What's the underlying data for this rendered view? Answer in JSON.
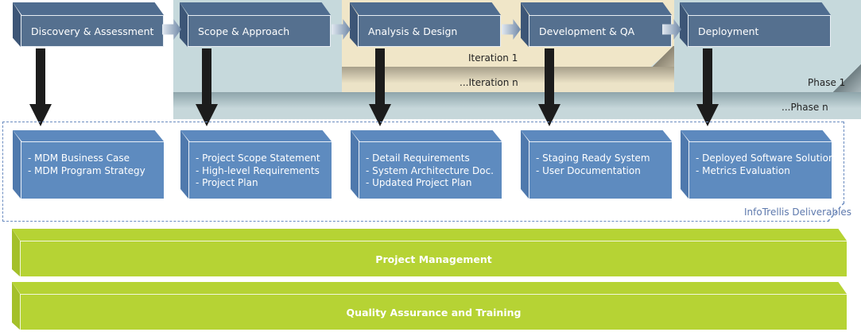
{
  "background": {
    "phase_1_label": "Phase 1",
    "phase_n_label": "...Phase n",
    "iteration_1_label": "Iteration 1",
    "iteration_n_label": "...Iteration n"
  },
  "phases": [
    {
      "label": "Discovery & Assessment"
    },
    {
      "label": "Scope & Approach"
    },
    {
      "label": "Analysis & Design"
    },
    {
      "label": "Development & QA"
    },
    {
      "label": "Deployment"
    }
  ],
  "deliverables": {
    "frame_label": "InfoTrellis Deliverables",
    "groups": [
      {
        "items": [
          "- MDM Business Case",
          "- MDM Program Strategy"
        ]
      },
      {
        "items": [
          "- Project Scope Statement",
          "- High-level Requirements",
          "- Project Plan"
        ]
      },
      {
        "items": [
          "- Detail Requirements",
          "- System Architecture Doc.",
          "- Updated Project Plan"
        ]
      },
      {
        "items": [
          "- Staging Ready System",
          "- User Documentation"
        ]
      },
      {
        "items": [
          "- Deployed Software Solution",
          "- Metrics Evaluation"
        ]
      }
    ]
  },
  "bars": [
    {
      "label": "Project Management"
    },
    {
      "label": "Quality Assurance and Training"
    }
  ],
  "colors": {
    "phase_box": "#55708f",
    "deliverable_box": "#5e8bbf",
    "bar_green": "#b6d334",
    "phase_bg": "#c6d9dc",
    "iteration_bg": "#f0e6c8",
    "frame_dash": "#6b8cc0"
  }
}
